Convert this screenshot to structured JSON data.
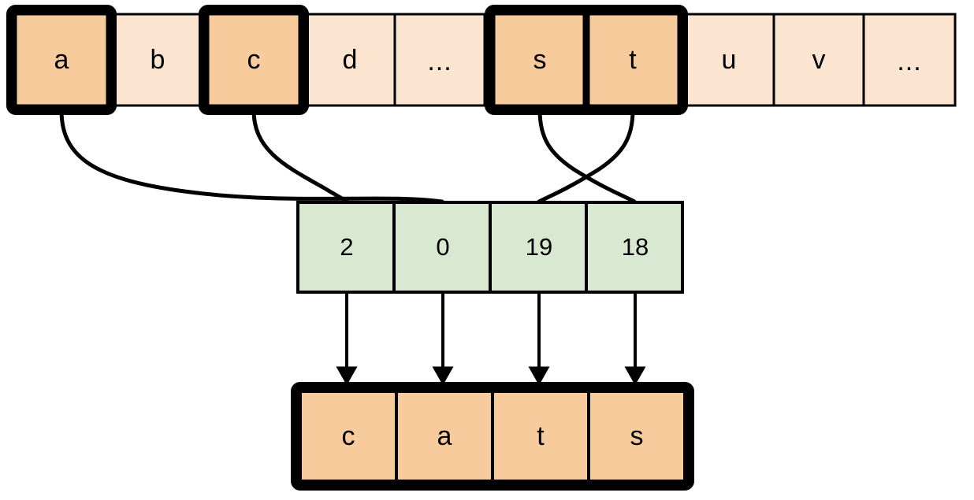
{
  "diagram": {
    "title": "String indexing / lookup table diagram",
    "colors": {
      "highlight_fill": "#f8cb9c",
      "plain_fill": "#fbe4d0",
      "index_fill": "#d9e9d1",
      "stroke": "#000000",
      "background": "#ffffff"
    },
    "alphabet_row": {
      "name": "alphabet-row",
      "cells": [
        {
          "label": "a",
          "highlighted": true,
          "grouped": true
        },
        {
          "label": "b",
          "highlighted": false,
          "grouped": false
        },
        {
          "label": "c",
          "highlighted": true,
          "grouped": true
        },
        {
          "label": "d",
          "highlighted": false,
          "grouped": false
        },
        {
          "label": "...",
          "highlighted": false,
          "grouped": false
        },
        {
          "label": "s",
          "highlighted": true,
          "grouped": true
        },
        {
          "label": "t",
          "highlighted": true,
          "grouped": true
        },
        {
          "label": "u",
          "highlighted": false,
          "grouped": false
        },
        {
          "label": "v",
          "highlighted": false,
          "grouped": false
        },
        {
          "label": "...",
          "highlighted": false,
          "grouped": false
        }
      ]
    },
    "index_row": {
      "name": "index-row",
      "cells": [
        {
          "value": "2"
        },
        {
          "value": "0"
        },
        {
          "value": "19"
        },
        {
          "value": "18"
        }
      ]
    },
    "output_row": {
      "name": "output-row",
      "cells": [
        {
          "label": "c"
        },
        {
          "label": "a"
        },
        {
          "label": "t"
        },
        {
          "label": "s"
        }
      ]
    },
    "connectors": {
      "curves": [
        {
          "from": "a",
          "to": "0"
        },
        {
          "from": "c",
          "to": "2"
        },
        {
          "from": "s",
          "to": "18"
        },
        {
          "from": "t",
          "to": "19"
        }
      ],
      "arrows": [
        {
          "from": "2",
          "to": "c"
        },
        {
          "from": "0",
          "to": "a"
        },
        {
          "from": "19",
          "to": "t"
        },
        {
          "from": "18",
          "to": "s"
        }
      ]
    }
  }
}
